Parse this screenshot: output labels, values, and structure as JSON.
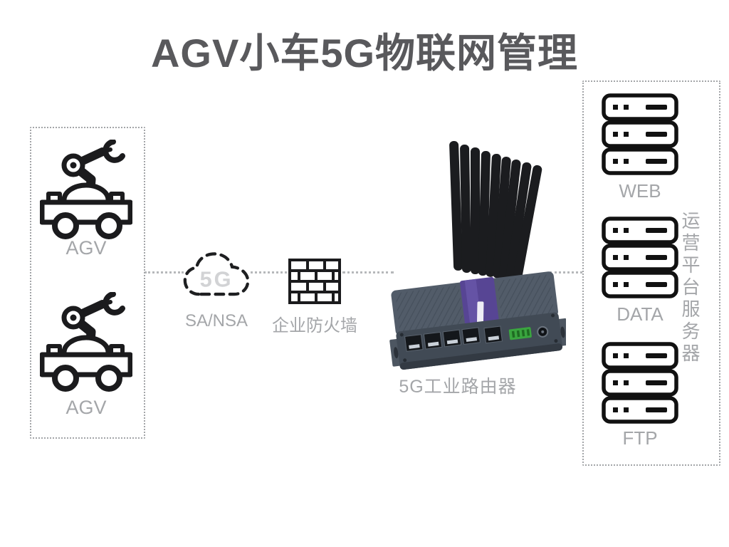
{
  "title": {
    "text": "AGV小车5G物联网管理"
  },
  "agv_group": {
    "items": [
      {
        "label": "AGV"
      },
      {
        "label": "AGV"
      }
    ]
  },
  "cloud": {
    "text": "5G",
    "label": "SA/NSA"
  },
  "firewall": {
    "label": "企业防火墙"
  },
  "router": {
    "label": "5G工业路由器"
  },
  "server_group": {
    "side_label": "运营平台服务器",
    "items": [
      {
        "label": "WEB"
      },
      {
        "label": "DATA"
      },
      {
        "label": "FTP"
      }
    ]
  },
  "colors": {
    "title_text": "#59595c",
    "label_text": "#a4a6a9",
    "icon_stroke": "#1b1b1d",
    "box_border": "#a3a5a8",
    "dash_line": "#b6b8bb",
    "cloud_5g_text": "#d2d3d5",
    "antenna": "#1b1c1f",
    "router_body_top": "#525c69",
    "router_body_front": "#414a55",
    "router_purple": "#574594",
    "router_green": "#3aa53f"
  }
}
